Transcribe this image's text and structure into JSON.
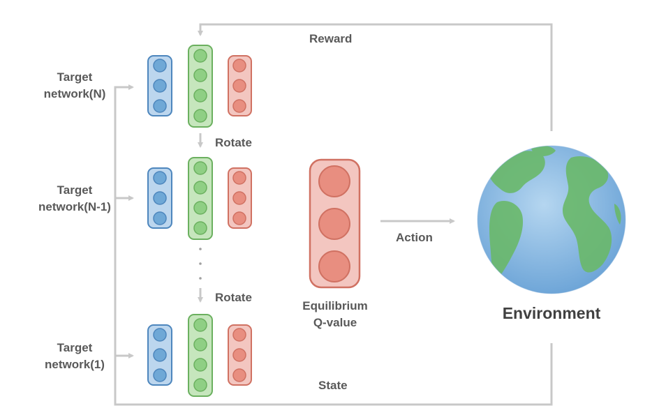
{
  "labels": {
    "reward": "Reward",
    "rotate_top": "Rotate",
    "rotate_bottom": "Rotate",
    "action": "Action",
    "state": "State",
    "environment": "Environment",
    "equilibrium_line1": "Equilibrium",
    "equilibrium_line2": "Q-value"
  },
  "target_networks": [
    {
      "line1": "Target",
      "line2": "network(N)"
    },
    {
      "line1": "Target",
      "line2": "network(N-1)"
    },
    {
      "line1": "Target",
      "line2": "network(1)"
    }
  ],
  "colors": {
    "blue_fill": "#6fa8d6",
    "blue_bg": "#bcd6ee",
    "blue_stroke": "#4d86bd",
    "green_fill": "#8fcf84",
    "green_bg": "#c6e6bd",
    "green_stroke": "#6bb05f",
    "red_fill": "#e88e80",
    "red_bg": "#f3c6c0",
    "red_stroke": "#d07162",
    "arrow": "#c8c8c8",
    "ocean": "#7fb2de",
    "land": "#6ab86a"
  }
}
